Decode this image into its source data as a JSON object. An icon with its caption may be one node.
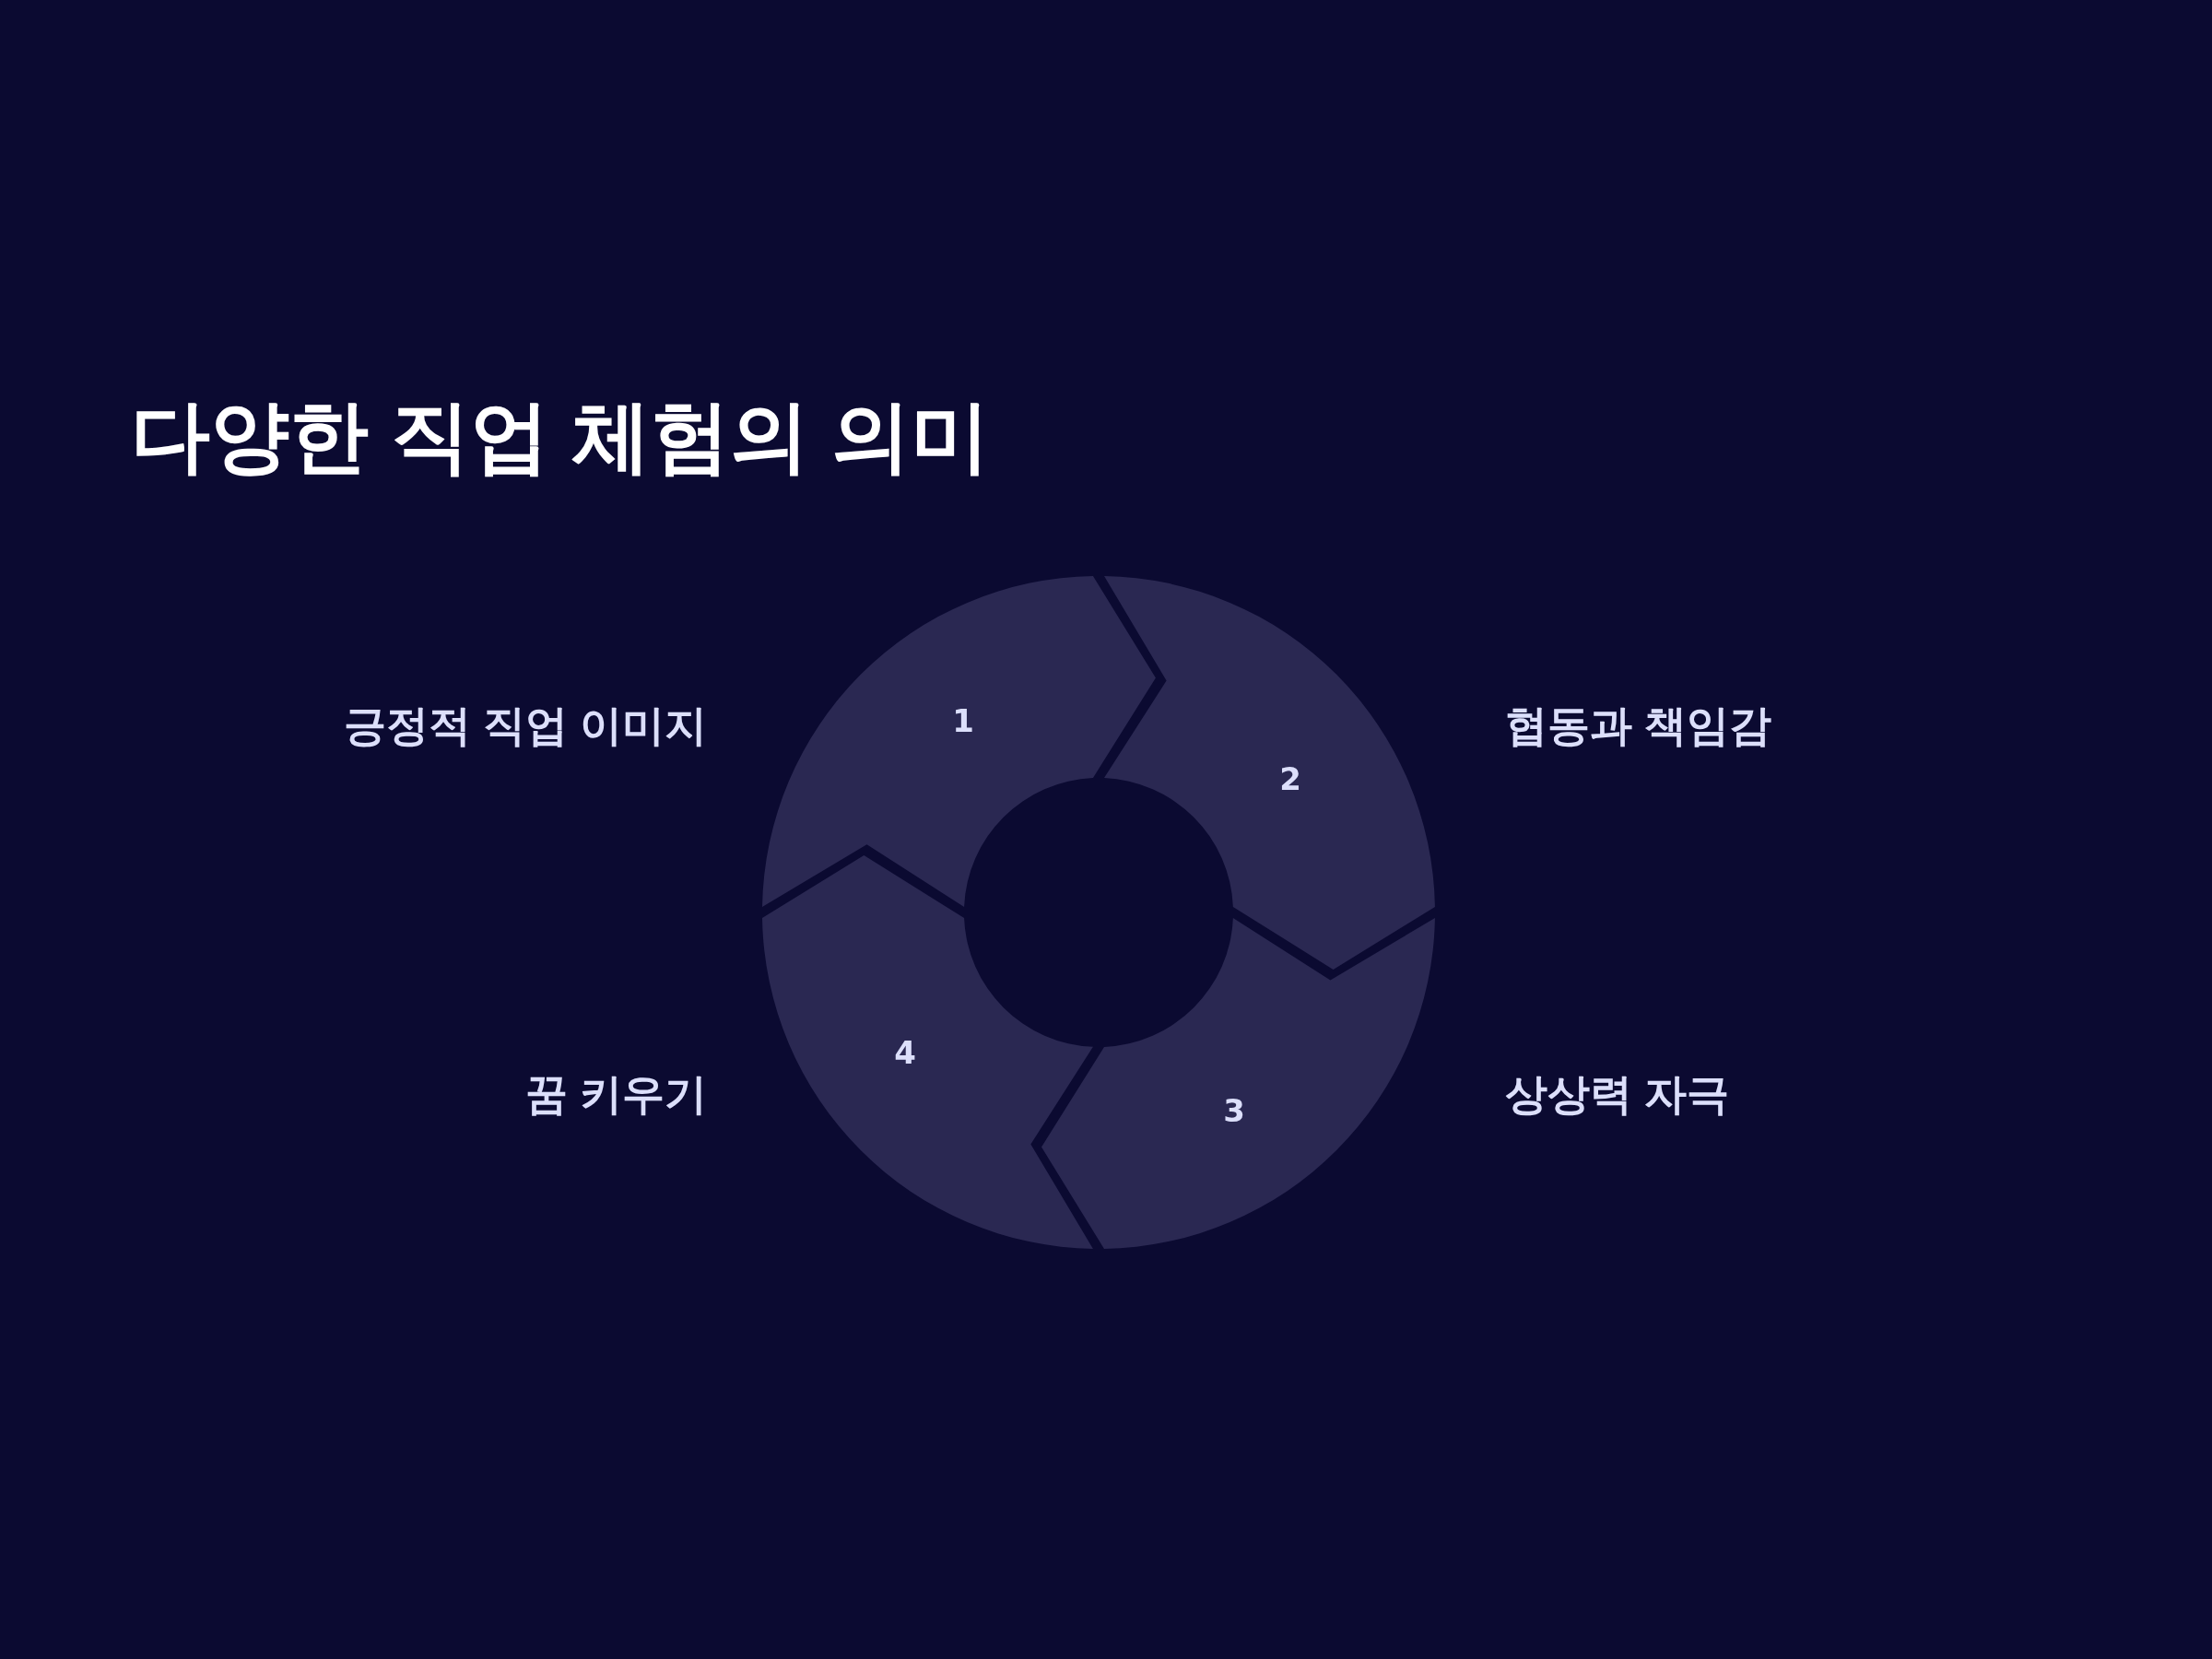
{
  "diagram": {
    "title": "다양한 직업 체험의 의미",
    "nodes": [
      {
        "text": [
          "1"
        ],
        "beside": [
          "긍정적 직업 이미지"
        ]
      },
      {
        "text": [
          "2"
        ],
        "beside": [
          "협동과 책임감"
        ]
      },
      {
        "text": [
          "3"
        ],
        "beside": [
          "상상력 자극"
        ]
      },
      {
        "text": [
          "4"
        ],
        "beside": [
          "꿈 키우기"
        ]
      }
    ]
  }
}
